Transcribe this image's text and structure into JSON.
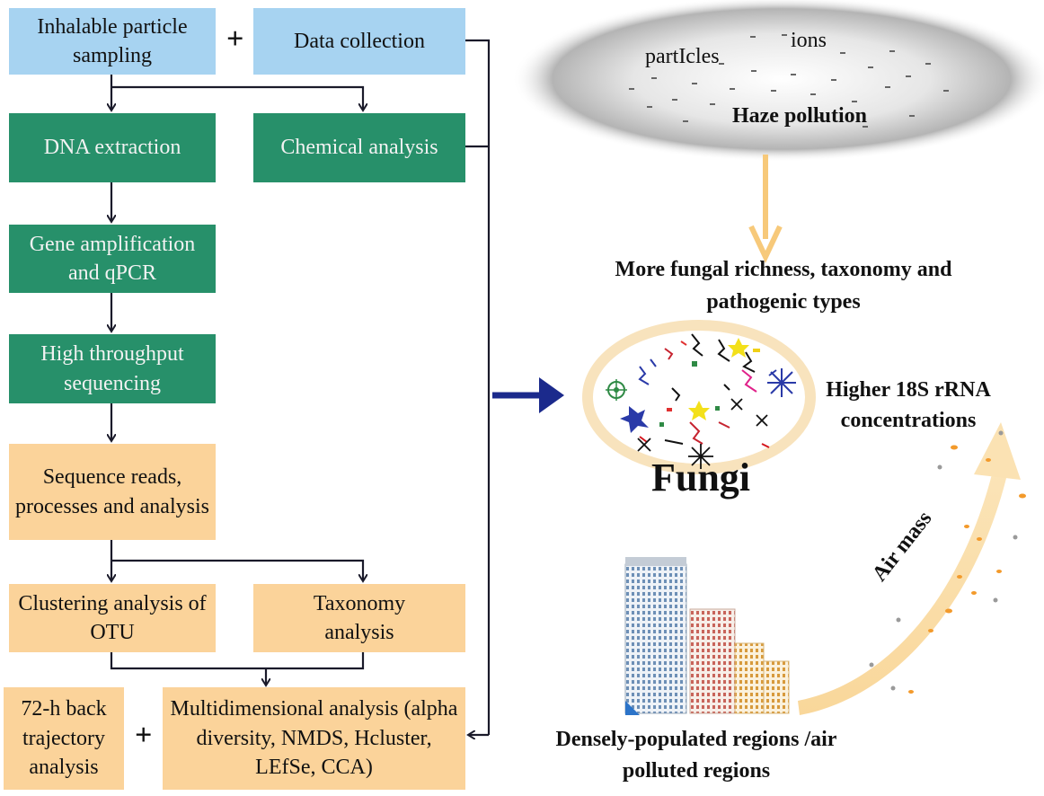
{
  "boxes": {
    "inhalable": "Inhalable particle sampling",
    "data_collection": "Data collection",
    "dna": "DNA extraction",
    "chemical": "Chemical analysis",
    "gene": "Gene amplification and qPCR",
    "hts": "High throughput sequencing",
    "sequence": "Sequence reads, processes and analysis",
    "clustering": "Clustering analysis of OTU",
    "taxonomy": "Taxonomy analysis",
    "trajectory": "72-h back trajectory analysis",
    "multi": "Multidimensional analysis (alpha diversity, NMDS, Hcluster, LEfSe, CCA)"
  },
  "plus_sign": "+",
  "haze": {
    "particles": "partIcles",
    "ions": "ions",
    "title": "Haze pollution"
  },
  "fungal_text": "More fungal richness, taxonomy and pathogenic types",
  "fungi_label": "Fungi",
  "higher_18s": "Higher 18S rRNA concentrations",
  "air_mass": "Air mass",
  "regions": "Densely-populated regions /air polluted regions",
  "colors": {
    "blue_box": "#a7d3f1",
    "green_box": "#27906a",
    "tan_box": "#fbd39a",
    "arrow_navy": "#1b2a8c",
    "arrow_gold": "#f7c97a"
  }
}
